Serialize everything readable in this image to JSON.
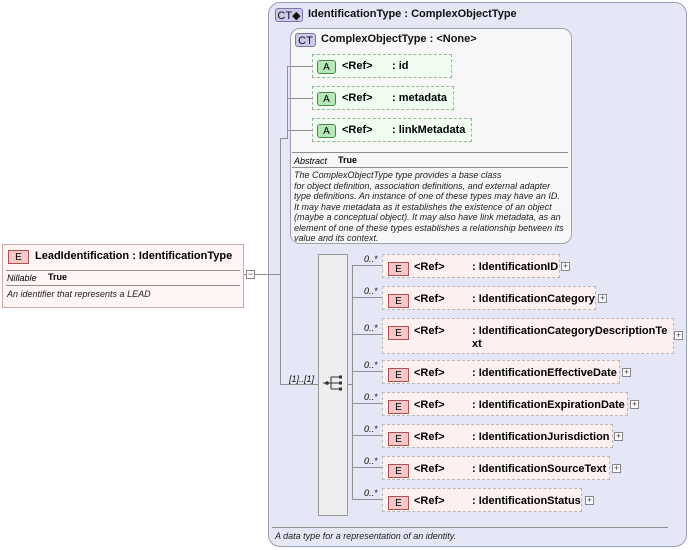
{
  "outer_type": {
    "badge": "CT",
    "name": "IdentificationType",
    "sep": ":",
    "base": "ComplexObjectType",
    "footer": "A data type for a representation of an identity."
  },
  "inner_type": {
    "badge": "CT",
    "name": "ComplexObjectType",
    "sep": ":",
    "base": "<None>",
    "abstract_label": "Abstract",
    "abstract_value": "True",
    "description": "The ComplexObjectType type provides a base class for object definition, association definitions, and external adapter type definitions. An instance of one of these types may have an ID. It may have metadata as it establishes the existence of an object (maybe a conceptual object). It may also have link metadata, as an element of one of these types establishes a relationship between its value and its context.",
    "desc_lines": [
      "The ComplexObjectType type provides a base class",
      "for object definition, association definitions, and external adapter",
      "type definitions. An instance of one of these types may have an ID.",
      "It may have metadata as it establishes the existence of an object",
      "(maybe a conceptual object). It may also have link metadata, as an",
      "element of one of these types establishes a relationship between its",
      "value and its context."
    ]
  },
  "attributes": [
    {
      "badge": "A",
      "ref": "<Ref>",
      "name": ": id"
    },
    {
      "badge": "A",
      "ref": "<Ref>",
      "name": ": metadata"
    },
    {
      "badge": "A",
      "ref": "<Ref>",
      "name": ": linkMetadata"
    }
  ],
  "sequence": {
    "cardinality": "[1]..[1]"
  },
  "elements": [
    {
      "badge": "E",
      "card": "0..*",
      "ref": "<Ref>",
      "name": ": IdentificationID",
      "plus": "+"
    },
    {
      "badge": "E",
      "card": "0..*",
      "ref": "<Ref>",
      "name": ": IdentificationCategory",
      "plus": "+"
    },
    {
      "badge": "E",
      "card": "0..*",
      "ref": "<Ref>",
      "name": ": IdentificationCategoryDescriptionText",
      "plus": "+"
    },
    {
      "badge": "E",
      "card": "0..*",
      "ref": "<Ref>",
      "name": ": IdentificationEffectiveDate",
      "plus": "+"
    },
    {
      "badge": "E",
      "card": "0..*",
      "ref": "<Ref>",
      "name": ": IdentificationExpirationDate",
      "plus": "+"
    },
    {
      "badge": "E",
      "card": "0..*",
      "ref": "<Ref>",
      "name": ": IdentificationJurisdiction",
      "plus": "+"
    },
    {
      "badge": "E",
      "card": "0..*",
      "ref": "<Ref>",
      "name": ": IdentificationSourceText",
      "plus": "+"
    },
    {
      "badge": "E",
      "card": "0..*",
      "ref": "<Ref>",
      "name": ": IdentificationStatus",
      "plus": "+"
    }
  ],
  "root": {
    "badge": "E",
    "name": "LeadIdentification",
    "sep": ":",
    "type": "IdentificationType",
    "nillable_label": "Nillable",
    "nillable_value": "True",
    "description": "An identifier that represents a LEAD",
    "collapse": "−"
  },
  "colors": {
    "panel": "#e5e6f6",
    "element_bg": "#fdf0f0",
    "attr_bg": "#f1fdf1"
  }
}
